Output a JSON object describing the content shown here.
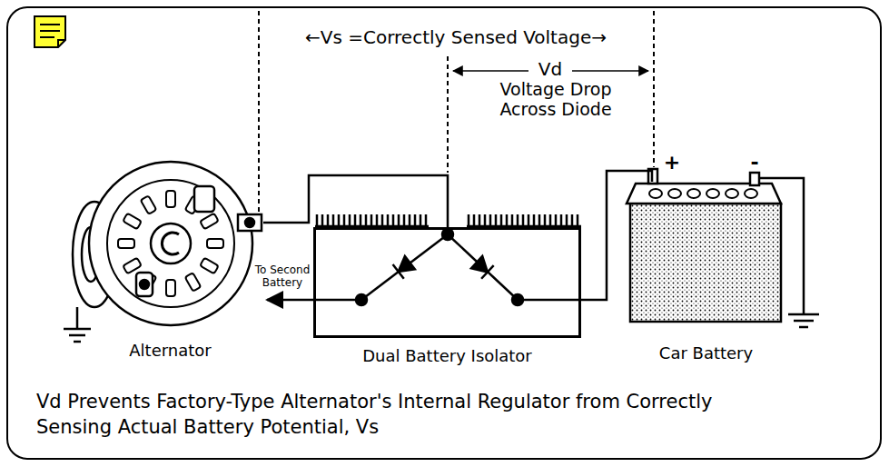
{
  "diagram": {
    "caption": "Vd Prevents Factory-Type Alternator's Internal Regulator from Correctly Sensing Actual Battery Potential, Vs",
    "nodes": [
      {
        "text": [
          "Alternator"
        ]
      },
      {
        "text": [
          "Dual Battery Isolator"
        ]
      },
      {
        "text": [
          "Car Battery"
        ]
      }
    ],
    "edges": [
      {
        "from": 0,
        "to": 1,
        "arrow": "none"
      },
      {
        "from": 1,
        "to": 2,
        "arrow": "none"
      }
    ],
    "labels": [
      "←Vs =Correctly Sensed Voltage→",
      "Vd",
      "Voltage Drop Across Diode",
      "To Second Battery",
      "+",
      "-"
    ]
  }
}
